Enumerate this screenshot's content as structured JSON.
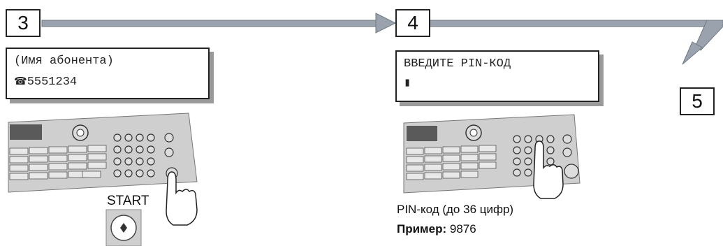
{
  "steps": [
    {
      "number": "3"
    },
    {
      "number": "4"
    },
    {
      "number": "5"
    }
  ],
  "display_3": {
    "line1": "(Имя абонента)",
    "phone_icon": "telephone-icon",
    "line2": "5551234"
  },
  "display_4": {
    "line1": "ВВЕДИТЕ PIN-КОД",
    "cursor": "▮"
  },
  "start_label": "START",
  "start_key_icon": "start-diamond-icon",
  "pin_caption": {
    "line1": "PIN-код (до 36 цифр)",
    "example_label": "Пример:",
    "example_value": "9876"
  },
  "colors": {
    "arrow": "#9aa3ad",
    "lcd_shadow": "#9a9a9a",
    "panel": "#c9c9c9"
  }
}
